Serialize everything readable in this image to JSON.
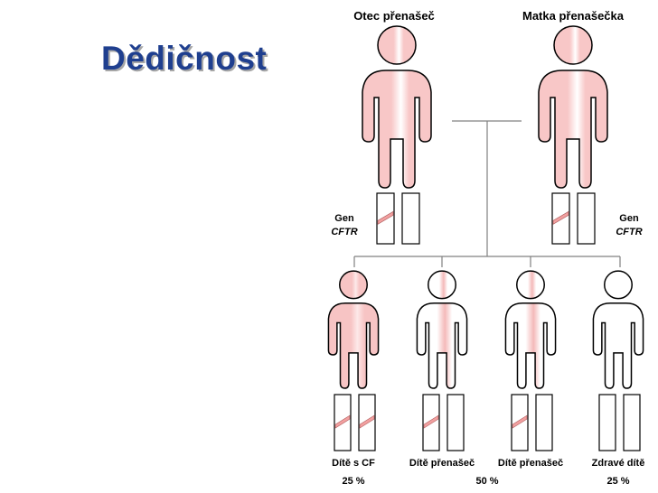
{
  "title": "Dědičnost",
  "parents": [
    {
      "label": "Otec přenašeč",
      "carrier": true,
      "affected": false
    },
    {
      "label": "Matka přenašečka",
      "carrier": true,
      "affected": false
    }
  ],
  "gene_labels": {
    "left": {
      "line1": "Gen",
      "line2": "CFTR"
    },
    "right": {
      "line1": "Gen",
      "line2": "CFTR"
    }
  },
  "children": [
    {
      "label": "Dítě s CF",
      "mutated_alleles": 2
    },
    {
      "label": "Dítě přenašeč",
      "mutated_alleles": 1
    },
    {
      "label": "Dítě přenašeč",
      "mutated_alleles": 1
    },
    {
      "label": "Zdravé dítě",
      "mutated_alleles": 0
    }
  ],
  "percentages": {
    "affected": "25 %",
    "carriers": "50 %",
    "healthy": "25 %"
  },
  "colors": {
    "title": "#1f3f8f",
    "figure_fill": "#f8c7c7",
    "figure_highlight": "#ffffff",
    "outline": "#000000",
    "mutation": "#f2a0a0"
  }
}
